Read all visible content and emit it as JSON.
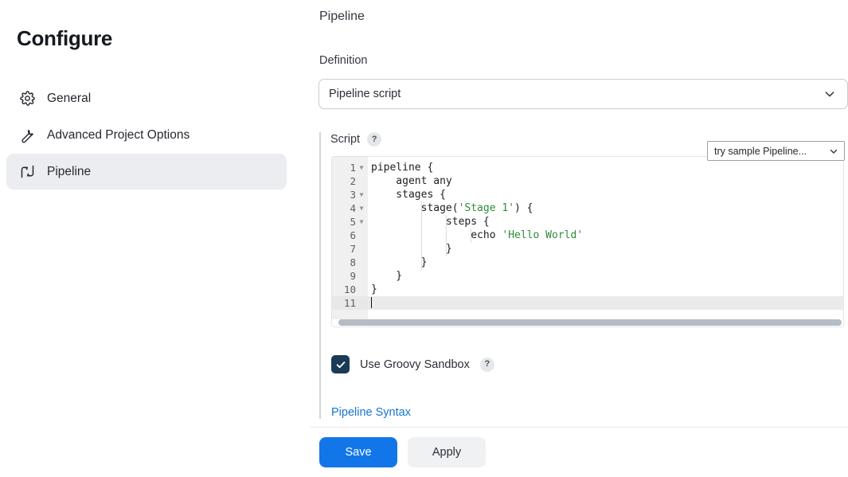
{
  "sidebar": {
    "title": "Configure",
    "items": [
      {
        "label": "General",
        "icon": "gear-icon",
        "active": false
      },
      {
        "label": "Advanced Project Options",
        "icon": "wrench-icon",
        "active": false
      },
      {
        "label": "Pipeline",
        "icon": "pipeline-icon",
        "active": true
      }
    ]
  },
  "main": {
    "heading": "Pipeline",
    "definition": {
      "label": "Definition",
      "value": "Pipeline script",
      "chevron_icon": "chevron-down-icon"
    },
    "script": {
      "label": "Script",
      "help_icon": "?",
      "sample_select": {
        "value": "try sample Pipeline...",
        "chevron_icon": "chevron-down-icon"
      },
      "active_line": 11,
      "lines": [
        {
          "n": 1,
          "fold": true,
          "text": "pipeline {"
        },
        {
          "n": 2,
          "fold": false,
          "text": "    agent any"
        },
        {
          "n": 3,
          "fold": true,
          "text": "    stages {"
        },
        {
          "n": 4,
          "fold": true,
          "text": "        stage(@'Stage 1'@) {"
        },
        {
          "n": 5,
          "fold": true,
          "text": "            steps {"
        },
        {
          "n": 6,
          "fold": false,
          "text": "                echo @'Hello World'@"
        },
        {
          "n": 7,
          "fold": false,
          "text": "            }"
        },
        {
          "n": 8,
          "fold": false,
          "text": "        }"
        },
        {
          "n": 9,
          "fold": false,
          "text": "    }"
        },
        {
          "n": 10,
          "fold": false,
          "text": "}"
        },
        {
          "n": 11,
          "fold": false,
          "text": ""
        }
      ]
    },
    "sandbox": {
      "label": "Use Groovy Sandbox",
      "checked": true,
      "check_icon": "check-icon",
      "help_icon": "?"
    },
    "pipeline_syntax_link": "Pipeline Syntax"
  },
  "footer": {
    "save_label": "Save",
    "apply_label": "Apply"
  },
  "colors": {
    "accent_blue": "#1276e8",
    "link_blue": "#1675d1",
    "checkbox_navy": "#1a3a55",
    "string_green": "#2f8a37",
    "active_nav_bg": "#ebedf1"
  }
}
